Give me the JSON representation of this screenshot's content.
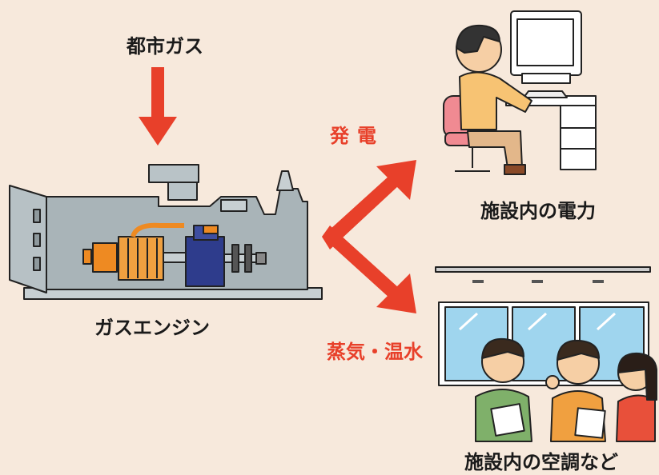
{
  "labels": {
    "city_gas": "都市ガス",
    "gas_engine": "ガスエンジン",
    "power_generation": "発電",
    "steam_hot_water": "蒸気・温水",
    "facility_electricity": "施設内の電力",
    "facility_air_conditioning": "施設内の空調など"
  },
  "colors": {
    "background": "#f7e9dc",
    "arrow": "#e8402a",
    "engine_body": "#a9b4b8",
    "generator": "#2e3c8c",
    "motor": "#ee8a22",
    "window": "#9fd5ee"
  },
  "icons": [
    "down-arrow-icon",
    "up-right-arrow-icon",
    "down-right-arrow-icon",
    "gas-engine-illustration",
    "office-worker-illustration",
    "children-air-conditioned-room-illustration"
  ]
}
